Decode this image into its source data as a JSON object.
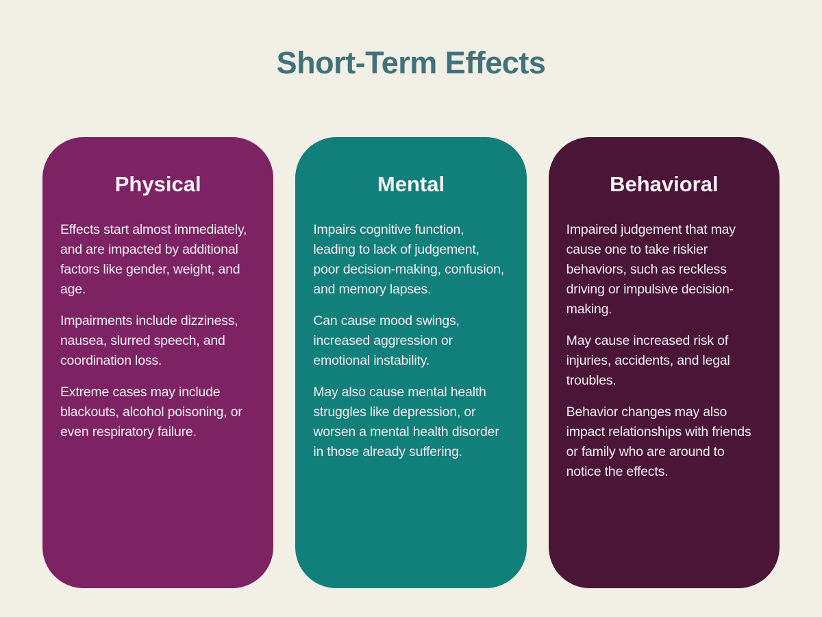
{
  "page": {
    "title": "Short-Term Effects",
    "background_color": "#f2efe4",
    "title_color": "#41727b",
    "card_text_color": "#f3edf2"
  },
  "cards": [
    {
      "heading": "Physical",
      "color": "#7d2364",
      "paragraphs": [
        "Effects start almost immediately, and are impacted by additional factors like gender, weight, and age.",
        "Impairments include dizziness, nausea, slurred speech, and coordination loss.",
        "Extreme cases may include blackouts, alcohol poisoning, or even respiratory failure."
      ]
    },
    {
      "heading": "Mental",
      "color": "#117f7a",
      "paragraphs": [
        "Impairs cognitive function, leading to lack of judgement, poor decision-making, confusion, and memory lapses.",
        "Can cause mood swings, increased aggression or emotional instability.",
        "May also cause mental health struggles like depression, or worsen a mental health disorder in those already suffering."
      ]
    },
    {
      "heading": "Behavioral",
      "color": "#4a1536",
      "paragraphs": [
        "Impaired judgement that may cause one to take riskier behaviors, such as reckless driving or impulsive decision-making.",
        "May cause increased risk of injuries, accidents, and legal troubles.",
        "Behavior changes may also impact relationships with friends or family who are around to notice the effects."
      ]
    }
  ]
}
